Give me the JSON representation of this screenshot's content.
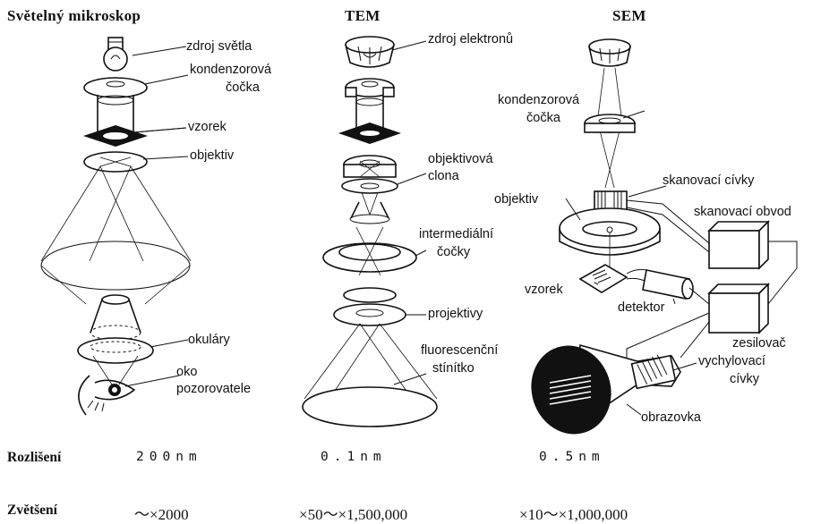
{
  "columns": {
    "light": {
      "title": "Světelný mikroskop"
    },
    "tem": {
      "title": "TEM"
    },
    "sem": {
      "title": "SEM"
    }
  },
  "labels": {
    "light": {
      "source": "zdroj světla",
      "condenser_1": "kondenzorová",
      "condenser_2": "čočka",
      "specimen": "vzorek",
      "objective": "objektiv",
      "eyepiece": "okuláry",
      "eye_1": "oko",
      "eye_2": "pozorovatele"
    },
    "tem": {
      "source": "zdroj elektronů",
      "aperture_1": "objektivová",
      "aperture_2": "clona",
      "intermediate_1": "intermediální",
      "intermediate_2": "čočky",
      "projector": "projektivy",
      "screen_1": "fluorescenční",
      "screen_2": "stínítko"
    },
    "sem": {
      "condenser_1": "kondenzorová",
      "condenser_2": "čočka",
      "scan_coils": "skanovací cívky",
      "objective": "objektiv",
      "scan_circuit": "skanovací obvod",
      "specimen": "vzorek",
      "detector": "detektor",
      "amplifier": "zesilovač",
      "deflection_1": "vychylovací",
      "deflection_2": "cívky",
      "display": "obrazovka"
    }
  },
  "rows": {
    "resolution": {
      "label": "Rozlišení",
      "light": "200nm",
      "tem": "0.1nm",
      "sem": "0.5nm"
    },
    "magnification": {
      "label": "Zvětšení",
      "light": "～×2000",
      "tem": "×50～×1,500,000",
      "sem": "×10～×1,000,000"
    }
  }
}
